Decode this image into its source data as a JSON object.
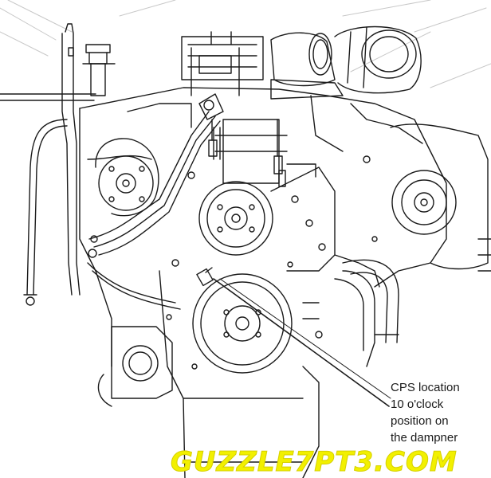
{
  "callout": {
    "line1": "CPS location",
    "line2": "10 o'clock",
    "line3": "position on",
    "line4": "the dampner"
  },
  "watermark": {
    "text": "GUZZLE7PT3.COM",
    "color": "#f2f000"
  },
  "colors": {
    "line": "#1a1a1a",
    "background": "#ffffff"
  }
}
